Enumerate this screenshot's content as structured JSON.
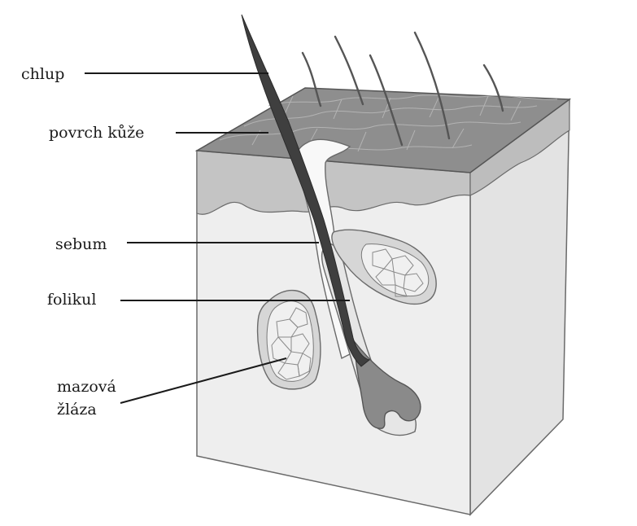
{
  "labels": {
    "hair": "chlup",
    "skin_surface": "povrch kůže",
    "sebum": "sebum",
    "follicle": "folikul",
    "gland_line1": "mazová",
    "gland_line2": "žláza"
  },
  "colors": {
    "skin_surface": "#8e8e8e",
    "epidermis": "#c4c4c4",
    "dermis_front": "#eeeeee",
    "dermis_side": "#e3e3e3",
    "hair": "#444444",
    "outline": "#6a6a6a",
    "leader_line": "#1a1a1a"
  }
}
